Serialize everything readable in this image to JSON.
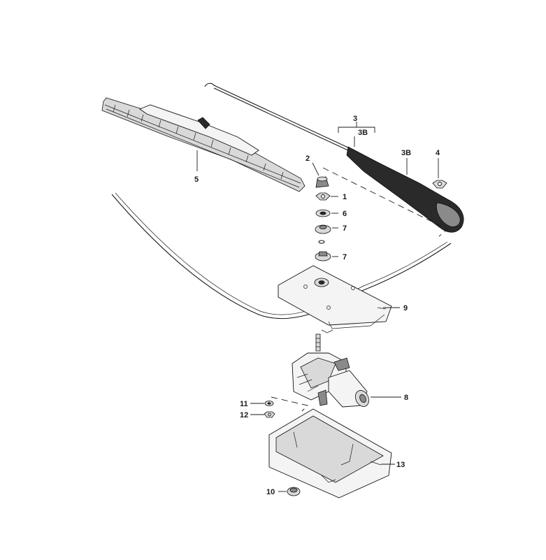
{
  "callouts": {
    "c1": "1",
    "c2": "2",
    "c3": "3",
    "c3b_bracket": "3B",
    "c3b": "3B",
    "c4": "4",
    "c5": "5",
    "c6": "6",
    "c7a": "7",
    "c7b": "7",
    "c8": "8",
    "c9": "9",
    "c10": "10",
    "c11": "11",
    "c12": "12",
    "c13": "13"
  }
}
